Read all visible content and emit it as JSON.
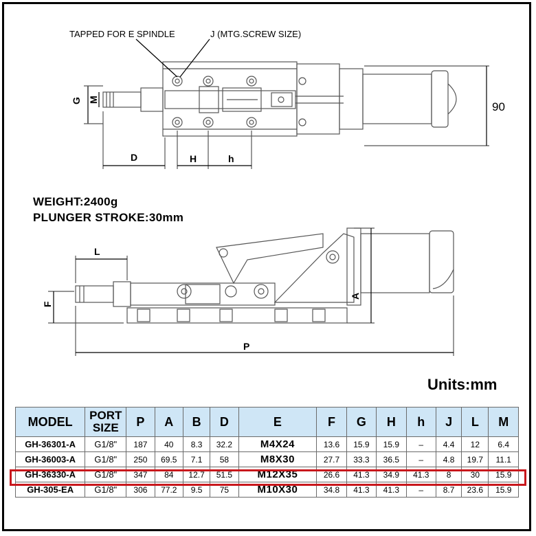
{
  "drawing": {
    "top_view_labels": {
      "tapped": "TAPPED FOR E SPINDLE",
      "j": "J (MTG.SCREW SIZE)",
      "g": "G",
      "m": "M",
      "d": "D",
      "h": "H",
      "h_small": "h",
      "ninety": "90"
    },
    "side_view_labels": {
      "l": "L",
      "f": "F",
      "a": "A",
      "p": "P"
    }
  },
  "specs": {
    "weight": "WEIGHT:2400g",
    "stroke": "PLUNGER STROKE:30mm"
  },
  "units": "Units:mm",
  "table": {
    "headers": [
      "MODEL",
      "PORT SIZE",
      "P",
      "A",
      "B",
      "D",
      "E",
      "F",
      "G",
      "H",
      "h",
      "J",
      "L",
      "M"
    ],
    "rows": [
      [
        "GH-36301-A",
        "G1/8\"",
        "187",
        "40",
        "8.3",
        "32.2",
        "M4X24",
        "13.6",
        "15.9",
        "15.9",
        "–",
        "4.4",
        "12",
        "6.4"
      ],
      [
        "GH-36003-A",
        "G1/8\"",
        "250",
        "69.5",
        "7.1",
        "58",
        "M8X30",
        "27.7",
        "33.3",
        "36.5",
        "–",
        "4.8",
        "19.7",
        "11.1"
      ],
      [
        "GH-36330-A",
        "G1/8\"",
        "347",
        "84",
        "12.7",
        "51.5",
        "M12X35",
        "26.6",
        "41.3",
        "34.9",
        "41.3",
        "8",
        "30",
        "15.9"
      ],
      [
        "GH-305-EA",
        "G1/8\"",
        "306",
        "77.2",
        "9.5",
        "75",
        "M10X30",
        "34.8",
        "41.3",
        "41.3",
        "–",
        "8.7",
        "23.6",
        "15.9"
      ]
    ],
    "highlight_color": "#c8171c",
    "header_color": "#cfe6f6"
  }
}
